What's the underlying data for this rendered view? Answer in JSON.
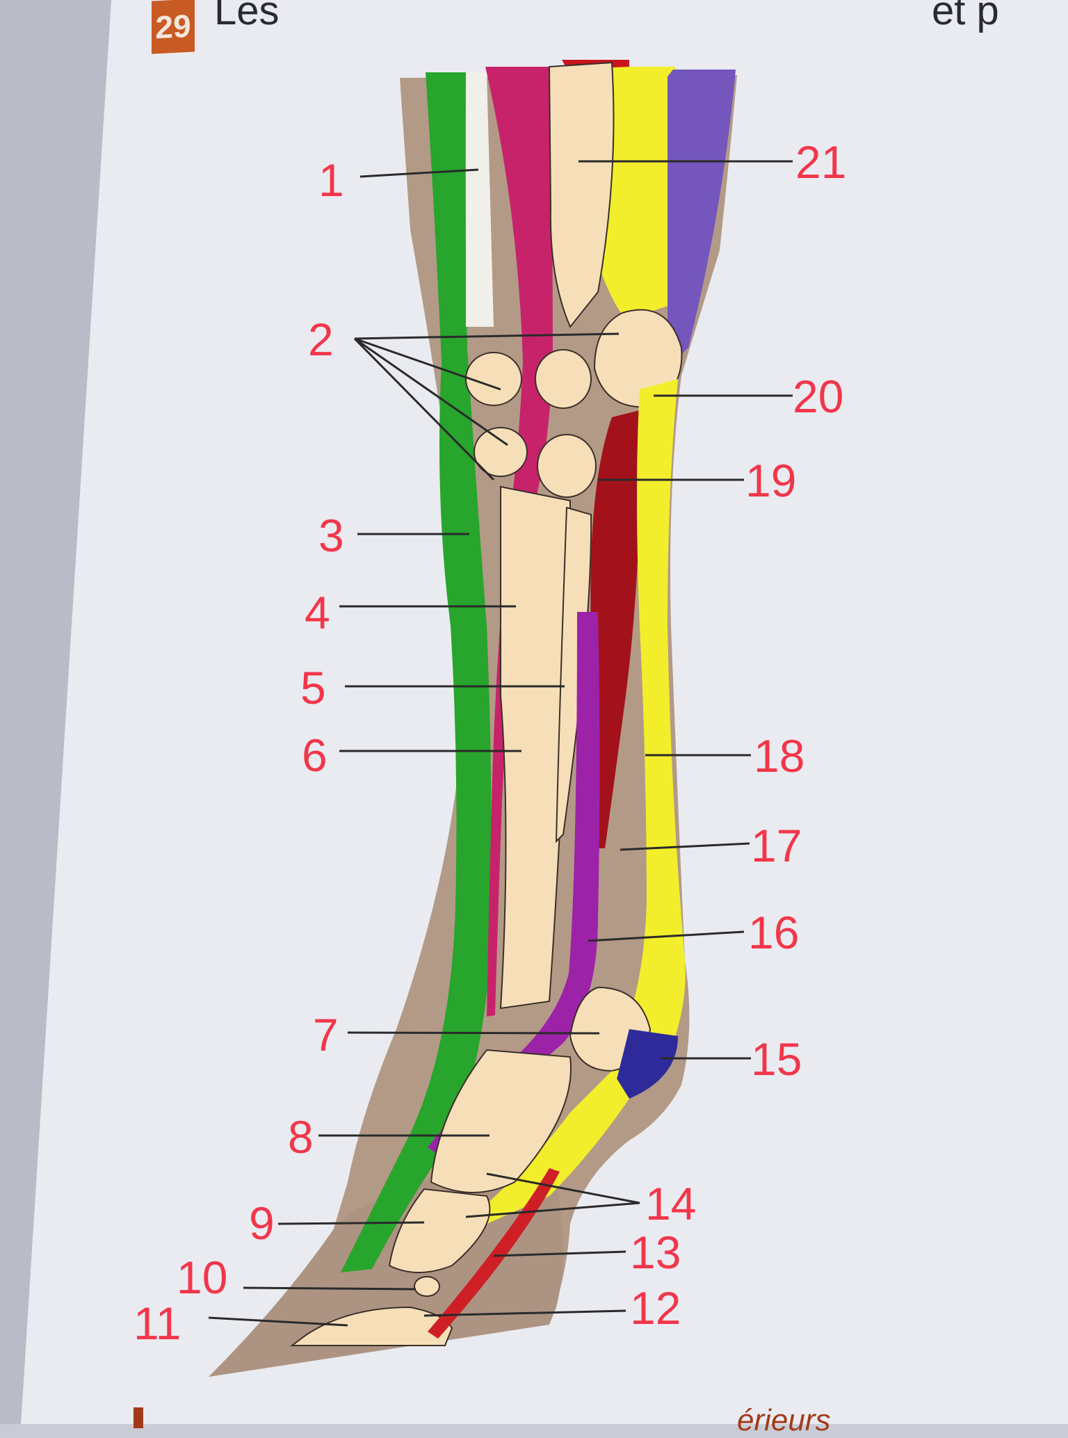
{
  "header": {
    "number": "29",
    "title_fragment": "Les",
    "title_right_fragment": "et p"
  },
  "diagram": {
    "labels": [
      "1",
      "2",
      "3",
      "4",
      "5",
      "6",
      "7",
      "8",
      "9",
      "10",
      "11",
      "12",
      "13",
      "14",
      "15",
      "16",
      "17",
      "18",
      "19",
      "20",
      "21"
    ]
  },
  "footer": {
    "fragment": "érieurs"
  },
  "colors": {
    "page": "#eceef3",
    "skin": "#b39a87",
    "bone": "#f6dfb8",
    "green": "#27a52c",
    "magenta": "#c7236b",
    "purple": "#9c22a8",
    "dark_red": "#a3121a",
    "red": "#cf1f26",
    "yellow": "#f2ee2c",
    "violet": "#7456bd",
    "navy": "#2f2a9a",
    "label": "#f2364a"
  }
}
